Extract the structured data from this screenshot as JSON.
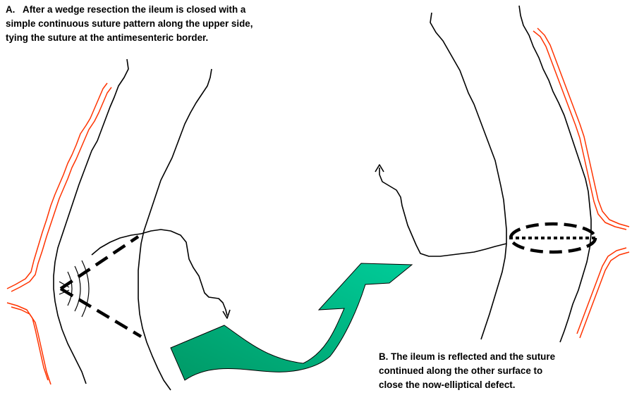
{
  "caption_a": {
    "lines": [
      "A.   After a wedge resection the ileum is closed with a",
      "simple continuous suture pattern along the upper side,",
      "tying the suture at the antimesenteric border."
    ]
  },
  "caption_b": {
    "lines": [
      "B. The ileum is reflected and the suture",
      "continued along the other surface to",
      "close the now-elliptical defect."
    ]
  },
  "colors": {
    "outline": "#000000",
    "mesentery": "#ff3300",
    "arrow_fill_light": "#00cc99",
    "arrow_fill_dark": "#009966"
  }
}
